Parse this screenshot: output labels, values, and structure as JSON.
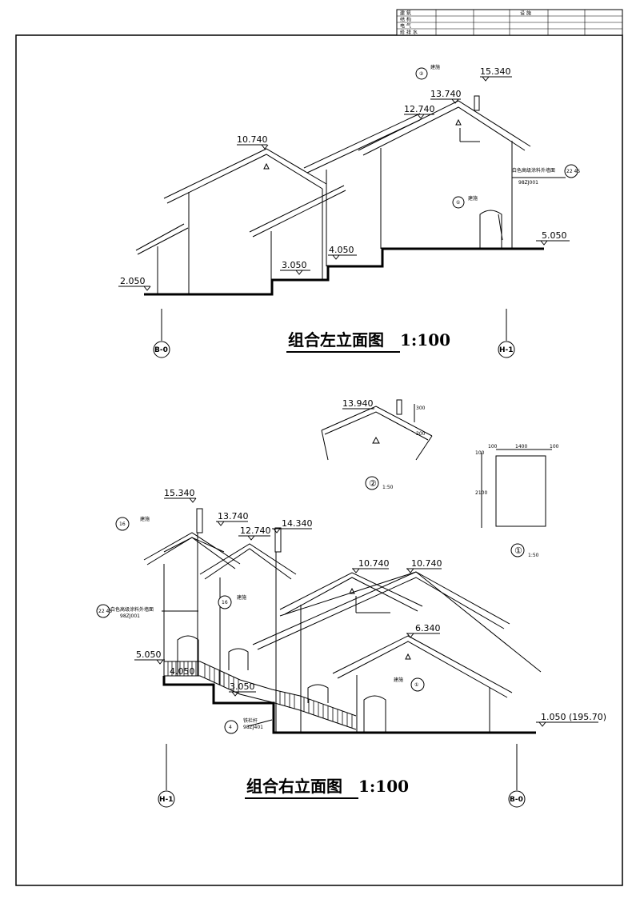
{
  "title_block": {
    "rows": [
      "建 筑",
      "结 构",
      "电 气",
      "给 排 水"
    ],
    "header": "设 施"
  },
  "left_elevation": {
    "title": "组合左立面图",
    "scale": "1:100",
    "levels": [
      "15.340",
      "13.740",
      "12.740",
      "10.740",
      "5.050",
      "4.050",
      "3.050",
      "2.050"
    ],
    "annotations": {
      "material": "白色高级涂料外墙面",
      "material_code": "98ZJ001",
      "material_ref": "22 45",
      "door_note": "建施",
      "roof_note": "建施",
      "door_mark": "①",
      "roof_mark": "②"
    },
    "axes": [
      "B-0",
      "H-1"
    ]
  },
  "detail2": {
    "mark": "②",
    "scale": "1:50",
    "level": "13.940",
    "dim_a": "300",
    "dim_b": "200"
  },
  "detail1": {
    "mark": "①",
    "scale": "1:50",
    "dims_top": [
      "100",
      "1400",
      "100"
    ],
    "dim_side_a": "100",
    "dim_side_b": "2100"
  },
  "right_elevation": {
    "title": "组合右立面图",
    "scale": "1:100",
    "levels": [
      "15.340",
      "13.740",
      "14.340",
      "12.740",
      "10.740",
      "10.740",
      "6.340",
      "5.050",
      "4.050",
      "3.050",
      "1.050 (195.70)"
    ],
    "annotations": {
      "material": "白色高级涂料外墙面",
      "material_code": "98ZJ001",
      "material_ref": "22 45",
      "roof_note_1": "建施",
      "roof_mark_1": "16",
      "roof_note_2": "建施",
      "roof_mark_2": "16",
      "door_note": "建施",
      "door_mark": "①",
      "rail_note": "铁栏杆",
      "rail_code": "98ZJ401",
      "rail_mark": "4"
    },
    "axes": [
      "H-1",
      "B-0"
    ]
  }
}
